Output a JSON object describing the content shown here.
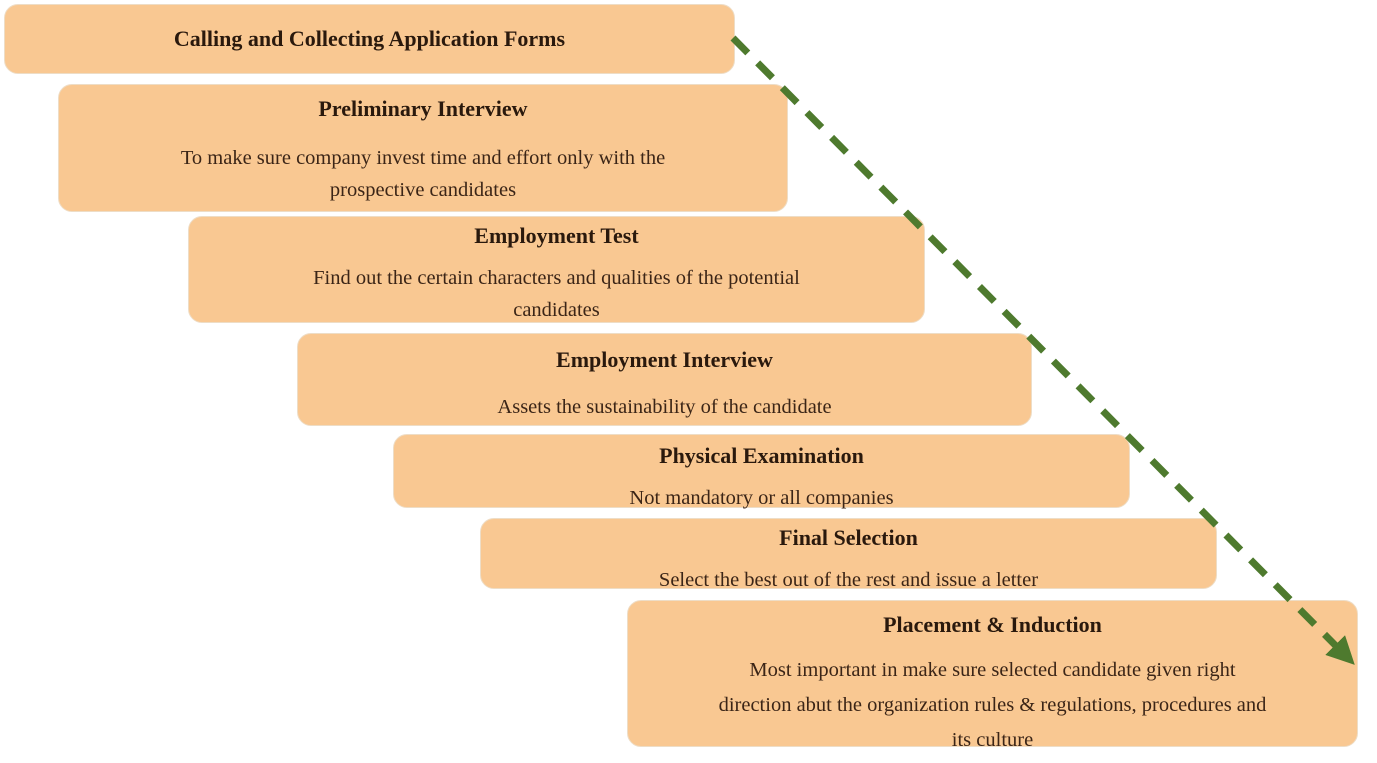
{
  "colors": {
    "box_fill": "#f9c892",
    "title_text": "#2a190d",
    "body_text": "#3b2517",
    "arrow_green": "#4e7a2e",
    "background": "#ffffff"
  },
  "steps": [
    {
      "title": "Calling and Collecting Application Forms"
    },
    {
      "title": "Preliminary Interview",
      "description": "To make sure company invest time and effort only with the\nprospective candidates"
    },
    {
      "title": "Employment Test",
      "description": "Find out the certain characters and qualities of the potential\ncandidates"
    },
    {
      "title": "Employment Interview",
      "description": "Assets the sustainability of the candidate"
    },
    {
      "title": "Physical Examination",
      "description": "Not mandatory or all companies"
    },
    {
      "title": "Final Selection",
      "description": "Select the best out of the rest and issue a letter"
    },
    {
      "title": "Placement & Induction",
      "description": "Most important in make sure selected candidate given right\ndirection abut the organization rules & regulations, procedures and\nits culture"
    }
  ]
}
